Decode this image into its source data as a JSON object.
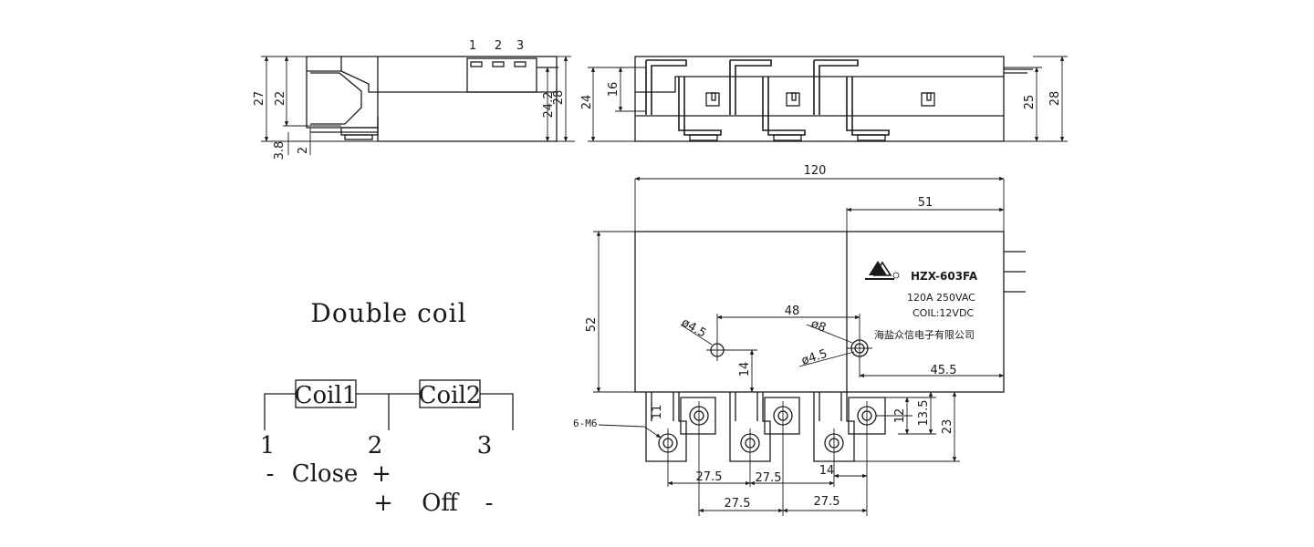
{
  "title": "Double coil",
  "coil_labels": [
    "Coil1",
    "Coil2"
  ],
  "pin_numbers": [
    "1",
    "2",
    "3"
  ],
  "close_row": {
    "minus": "-",
    "label": "Close",
    "plus": "+"
  },
  "off_row": {
    "plus": "+",
    "label": "Off",
    "minus": "-"
  },
  "side_view": {
    "pins_top": [
      "1",
      "2",
      "3"
    ],
    "dims": {
      "h27": "27",
      "h22": "22",
      "h3_8": "3.8",
      "h2": "2",
      "h24_2": "24.2",
      "h28": "28"
    }
  },
  "front_view": {
    "dims": {
      "h24": "24",
      "h16": "16",
      "h25": "25",
      "h28": "28"
    }
  },
  "top_view": {
    "dims": {
      "w120": "120",
      "w51": "51",
      "h52": "52",
      "w48": "48",
      "d8": "ø8",
      "d45a": "ø4.5",
      "d45b": "ø4.5",
      "h14": "14",
      "w45_5": "45.5",
      "h11": "11",
      "h12": "12",
      "h13_5": "13.5",
      "h23": "23",
      "w27_5a": "27.5",
      "w27_5b": "27.5",
      "w27_5c": "27.5",
      "w27_5d": "27.5",
      "w14": "14"
    },
    "thread_label": "6-M6",
    "label": {
      "model": "HZX-603FA",
      "rating": "120A 250VAC",
      "coil": "COIL:12VDC",
      "company": "海盐众信电子有限公司"
    }
  }
}
